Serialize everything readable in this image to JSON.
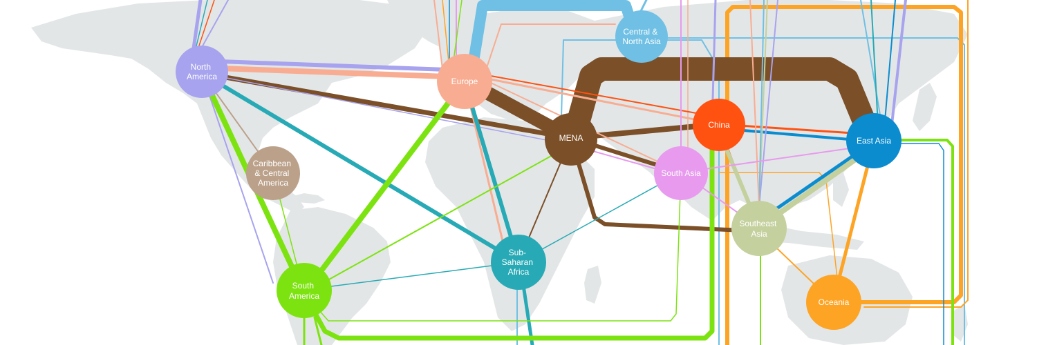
{
  "regions": [
    {
      "id": "north-america",
      "label_lines": [
        "North",
        "America"
      ],
      "color": "#a7a3ee"
    },
    {
      "id": "europe",
      "label_lines": [
        "Europe"
      ],
      "color": "#f8ad92"
    },
    {
      "id": "central-north-asia",
      "label_lines": [
        "Central &",
        "North Asia"
      ],
      "color": "#6fc0e4"
    },
    {
      "id": "mena",
      "label_lines": [
        "MENA"
      ],
      "color": "#7b4f28"
    },
    {
      "id": "china",
      "label_lines": [
        "China"
      ],
      "color": "#ff5110"
    },
    {
      "id": "east-asia",
      "label_lines": [
        "East Asia"
      ],
      "color": "#0b8ccf"
    },
    {
      "id": "south-asia",
      "label_lines": [
        "South Asia"
      ],
      "color": "#e79aee"
    },
    {
      "id": "caribbean-central-america",
      "label_lines": [
        "Caribbean",
        "& Central",
        "America"
      ],
      "color": "#bba18a"
    },
    {
      "id": "southeast-asia",
      "label_lines": [
        "Southeast",
        "Asia"
      ],
      "color": "#c4d09d"
    },
    {
      "id": "south-america",
      "label_lines": [
        "South",
        "America"
      ],
      "color": "#7de310"
    },
    {
      "id": "sub-saharan-africa",
      "label_lines": [
        "Sub-",
        "Saharan",
        "Africa"
      ],
      "color": "#27aab5"
    },
    {
      "id": "oceania",
      "label_lines": [
        "Oceania"
      ],
      "color": "#fda425"
    }
  ]
}
